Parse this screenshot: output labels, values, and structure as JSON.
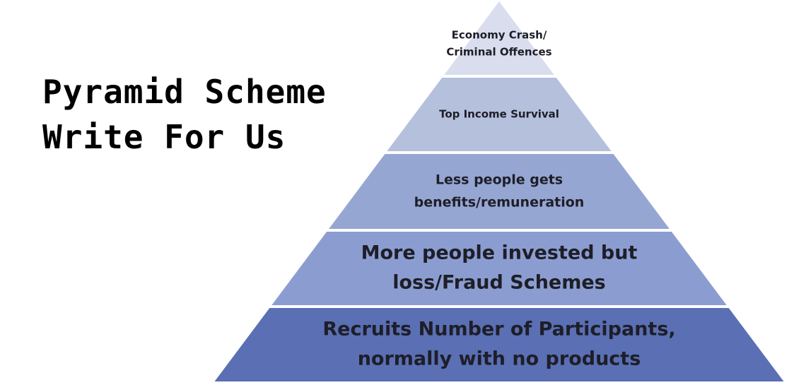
{
  "title": {
    "line1": "Pyramid Scheme",
    "line2": "Write For Us"
  },
  "pyramid": {
    "tiers": [
      {
        "lines": [
          "Economy Crash/",
          "Criminal Offences"
        ],
        "color": "#d9ddee"
      },
      {
        "lines": [
          "Top Income Survival"
        ],
        "color": "#b5c0dd"
      },
      {
        "lines": [
          "Less people gets",
          "benefits/remuneration"
        ],
        "color": "#96a6d2"
      },
      {
        "lines": [
          "More people invested but",
          "loss/Fraud Schemes"
        ],
        "color": "#8b9dd0"
      },
      {
        "lines": [
          "Recruits Number of Participants,",
          "normally with no products"
        ],
        "color": "#5a6fb4"
      }
    ]
  }
}
